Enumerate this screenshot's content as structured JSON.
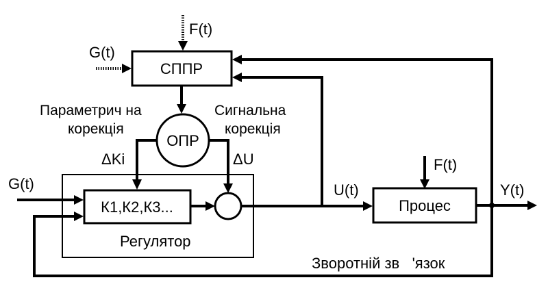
{
  "blocks": {
    "sppr": "СППР",
    "opr": "ОПР",
    "regulator_coeffs": "К1,К2,К3...",
    "process": "Процес"
  },
  "labels": {
    "g_top": "G(t)",
    "f_top": "F(t)",
    "parametric_line1": "Параметрич на",
    "parametric_line2": "корекція",
    "signal_line1": "Сигнальна",
    "signal_line2": "корекція",
    "delta_k": "ΔKі",
    "delta_u": "ΔU",
    "g_left": "G(t)",
    "u_t": "U(t)",
    "f_process": "F(t)",
    "y_t": "Y(t)",
    "regulator": "Регулятор",
    "feedback": "Зворотній зв   'язок"
  }
}
